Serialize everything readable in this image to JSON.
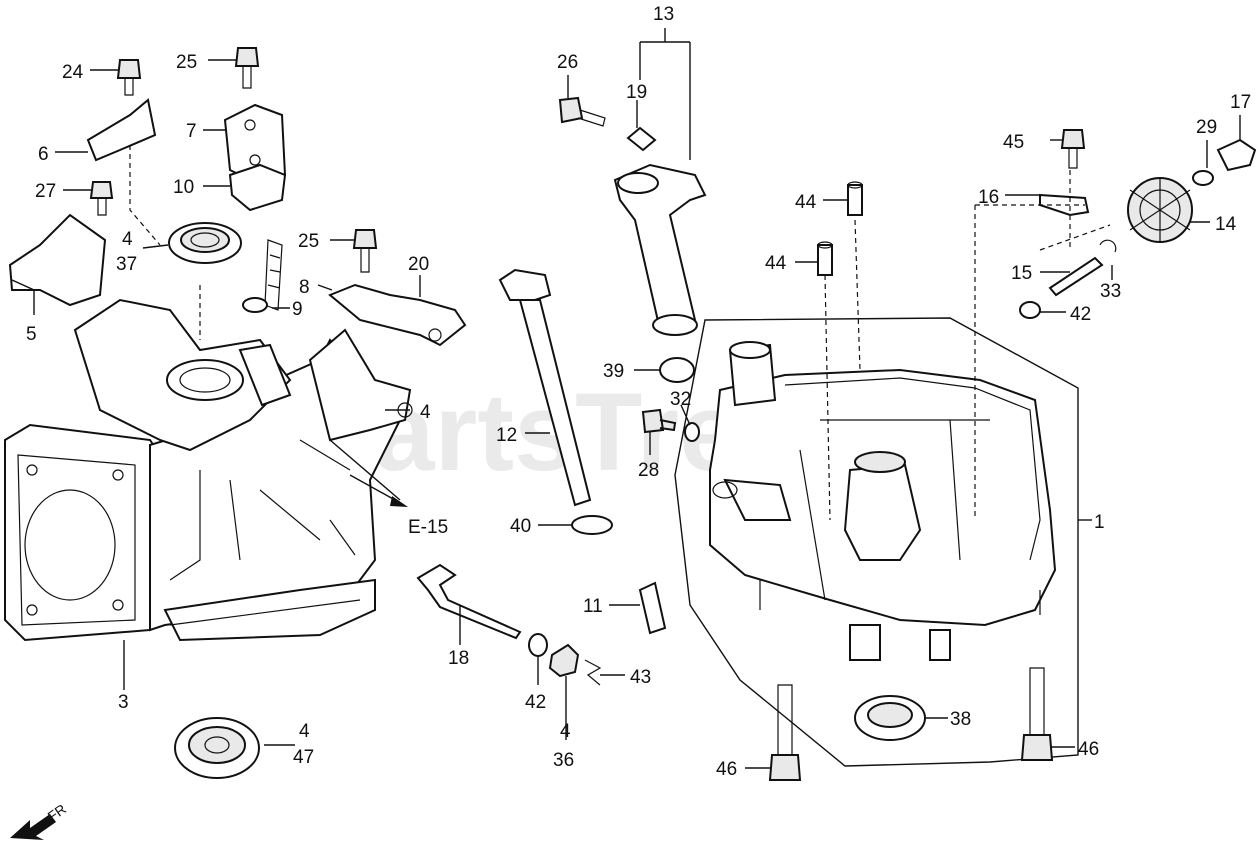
{
  "watermark": "PartsTree",
  "direction": {
    "label": "FR"
  },
  "reference_label": "E-15",
  "callouts": {
    "c1": "1",
    "c3": "3",
    "c4a": "4",
    "c4b": "4",
    "c4c": "4",
    "c4d": "4",
    "c5": "5",
    "c6": "6",
    "c7": "7",
    "c8": "8",
    "c9": "9",
    "c10": "10",
    "c11": "11",
    "c12": "12",
    "c13": "13",
    "c14": "14",
    "c15": "15",
    "c16": "16",
    "c17": "17",
    "c18": "18",
    "c19": "19",
    "c20": "20",
    "c24": "24",
    "c25a": "25",
    "c25b": "25",
    "c26": "26",
    "c27": "27",
    "c28": "28",
    "c29": "29",
    "c32": "32",
    "c33": "33",
    "c36": "36",
    "c37": "37",
    "c38": "38",
    "c39": "39",
    "c40": "40",
    "c42a": "42",
    "c42b": "42",
    "c43": "43",
    "c44a": "44",
    "c44b": "44",
    "c45": "45",
    "c46a": "46",
    "c46b": "46",
    "c47": "47"
  }
}
